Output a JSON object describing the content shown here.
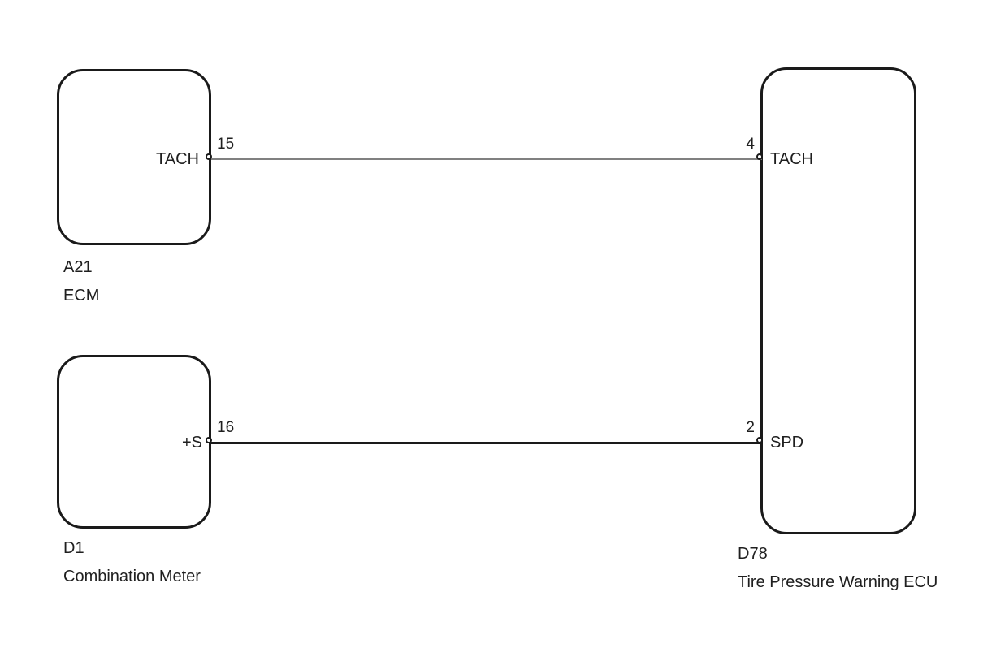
{
  "diagram": {
    "background": "#ffffff",
    "line_color": "#1a1a1a",
    "ecm": {
      "code": "A21",
      "name": "ECM",
      "pin_label": "TACH",
      "pin_number": "15"
    },
    "meter": {
      "code": "D1",
      "name": "Combination Meter",
      "pin_label": "+S",
      "pin_number": "16"
    },
    "tpws": {
      "code": "D78",
      "name": "Tire Pressure Warning ECU",
      "pin1_number": "4",
      "pin1_label": "TACH",
      "pin2_number": "2",
      "pin2_label": "SPD"
    },
    "connections": [
      {
        "from_component": "A21 ECM",
        "from_pin": "15",
        "to_component": "D78 Tire Pressure Warning ECU",
        "to_pin": "4",
        "signal": "TACH",
        "wire_color": "#808080"
      },
      {
        "from_component": "D1 Combination Meter",
        "from_pin": "16",
        "to_component": "D78 Tire Pressure Warning ECU",
        "to_pin": "2",
        "signal": "SPD",
        "wire_color": "#1a1a1a"
      }
    ]
  }
}
